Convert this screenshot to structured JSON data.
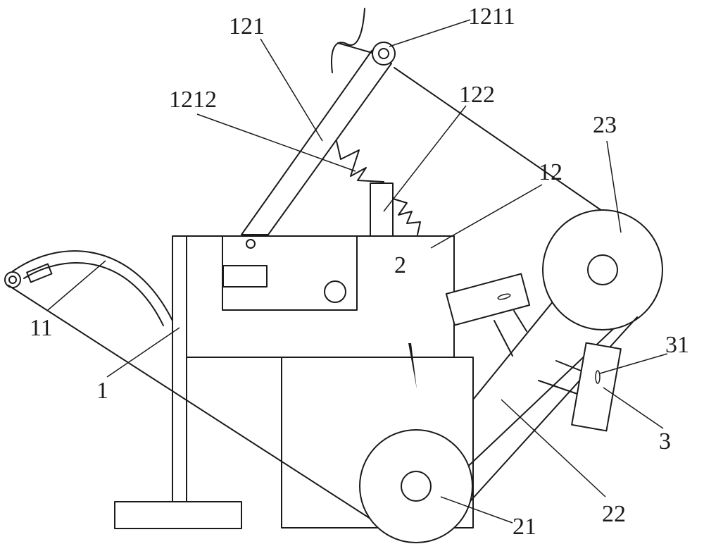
{
  "labels": {
    "l121": "121",
    "l1211": "1211",
    "l1212": "1212",
    "l122": "122",
    "l12": "12",
    "l23": "23",
    "l2": "2",
    "l31": "31",
    "l3": "3",
    "l11": "11",
    "l1": "1",
    "l22": "22",
    "l21": "21"
  }
}
